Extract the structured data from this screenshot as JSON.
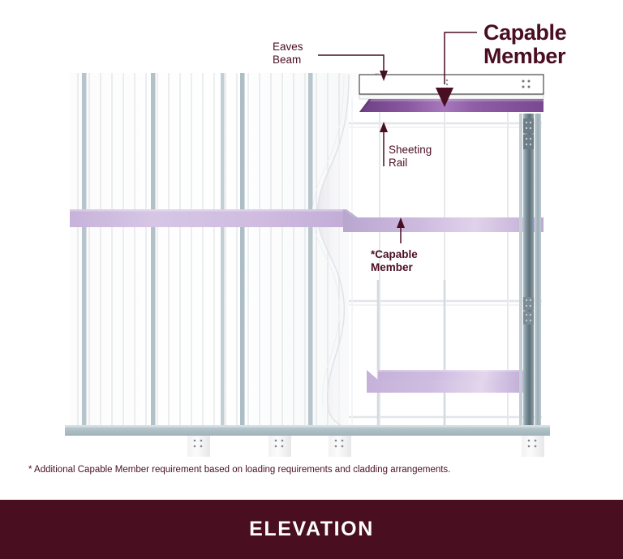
{
  "diagram": {
    "title_banner": "ELEVATION",
    "footnote": "* Additional Capable Member requirement based on loading requirements and cladding arrangements.",
    "annotations": [
      {
        "id": "eaves-beam",
        "line1": "Eaves",
        "line2": "Beam"
      },
      {
        "id": "capable-member-top",
        "line1": "Capable",
        "line2": "Member"
      },
      {
        "id": "sheeting-rail",
        "line1": "Sheeting",
        "line2": "Rail"
      },
      {
        "id": "capable-member-mid",
        "line1": "*Capable",
        "line2": "Member"
      }
    ],
    "colors": {
      "annotation_text": "#4A0E22",
      "banner_background": "#490F20",
      "banner_text": "#FFFFFF",
      "capable_member_top": "#8B5A9E",
      "capable_member_band": "#C9B6DC",
      "steel_column": "#93A6AF",
      "cladding_line": "#D9DFE2",
      "base_rail": "#AFC0C6",
      "page_background": "#FFFFFF"
    },
    "structure": {
      "base_footings": 4,
      "footing_bolt_pattern": "2x2",
      "purple_bands": 3,
      "eaves_beam_bolt_groups": 2
    }
  }
}
